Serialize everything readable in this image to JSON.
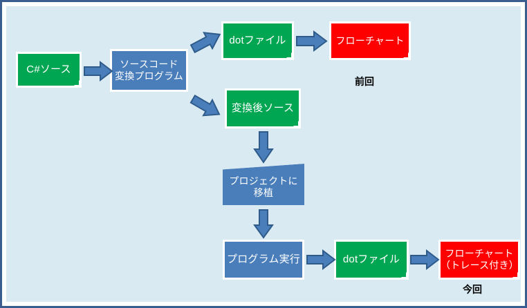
{
  "diagram": {
    "title": "C# source to flowchart conversion pipeline",
    "colors": {
      "background": "#d9eaf2",
      "outer_border": "#3a5d8f",
      "green": "#00a651",
      "blue": "#4a7ebb",
      "red": "#fe0000",
      "arrow_fill": "#4a7ebb",
      "arrow_stroke": "#2e5b8a",
      "node_border": "#ffffff",
      "caption_text": "#000000"
    },
    "nodes": [
      {
        "id": "csharp-source",
        "label": "C#ソース",
        "shape": "document",
        "color": "green"
      },
      {
        "id": "source-converter",
        "label": "ソースコード\n変換プログラム",
        "shape": "rectangle",
        "color": "blue"
      },
      {
        "id": "dot-file-top",
        "label": "dotファイル",
        "shape": "document",
        "color": "green"
      },
      {
        "id": "flowchart-top",
        "label": "フローチャート",
        "shape": "document",
        "color": "red"
      },
      {
        "id": "converted-source",
        "label": "変換後ソース",
        "shape": "document",
        "color": "green"
      },
      {
        "id": "port-to-project",
        "label": "プロジェクトに\n移植",
        "shape": "slanted-top",
        "color": "blue"
      },
      {
        "id": "run-program",
        "label": "プログラム実行",
        "shape": "rectangle",
        "color": "blue"
      },
      {
        "id": "dot-file-bottom",
        "label": "dotファイル",
        "shape": "document",
        "color": "green"
      },
      {
        "id": "flowchart-bottom",
        "label": "フローチャート\n（トレース付き）",
        "shape": "document",
        "color": "red"
      }
    ],
    "captions": [
      {
        "id": "previous-caption",
        "text": "前回"
      },
      {
        "id": "current-caption",
        "text": "今回"
      }
    ],
    "arrows": [
      {
        "id": "arrow-csharp-to-converter",
        "direction": "right",
        "from": "csharp-source",
        "to": "source-converter"
      },
      {
        "id": "arrow-converter-to-dotfile",
        "direction": "up-right",
        "from": "source-converter",
        "to": "dot-file-top"
      },
      {
        "id": "arrow-converter-to-converted",
        "direction": "down-right",
        "from": "source-converter",
        "to": "converted-source"
      },
      {
        "id": "arrow-dotfile-to-flowchart",
        "direction": "right",
        "from": "dot-file-top",
        "to": "flowchart-top"
      },
      {
        "id": "arrow-converted-to-port",
        "direction": "down",
        "from": "converted-source",
        "to": "port-to-project"
      },
      {
        "id": "arrow-port-to-run",
        "direction": "down",
        "from": "port-to-project",
        "to": "run-program"
      },
      {
        "id": "arrow-run-to-dotfile",
        "direction": "right",
        "from": "run-program",
        "to": "dot-file-bottom"
      },
      {
        "id": "arrow-dotfile-to-flowchart-trace",
        "direction": "right",
        "from": "dot-file-bottom",
        "to": "flowchart-bottom"
      }
    ]
  }
}
